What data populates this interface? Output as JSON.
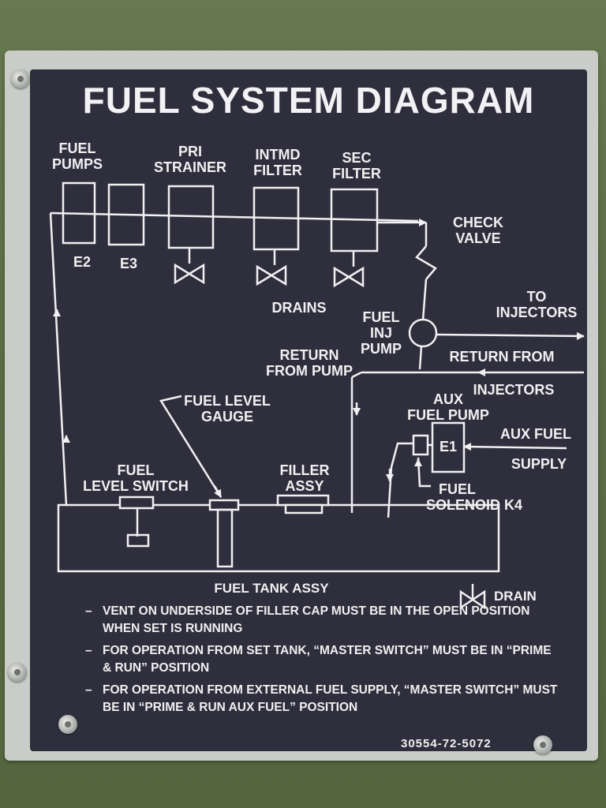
{
  "title": "FUEL SYSTEM DIAGRAM",
  "labels": {
    "fuel_pumps": [
      "FUEL",
      "PUMPS"
    ],
    "pri_strainer": [
      "PRI",
      "STRAINER"
    ],
    "intmd_filter": [
      "INTMD",
      "FILTER"
    ],
    "sec_filter": [
      "SEC",
      "FILTER"
    ],
    "check_valve": [
      "CHECK",
      "VALVE"
    ],
    "e2": "E2",
    "e3": "E3",
    "drains": "DRAINS",
    "fuel_inj_pump": [
      "FUEL",
      "INJ",
      "PUMP"
    ],
    "to_injectors": [
      "TO",
      "INJECTORS"
    ],
    "return_from_pump": [
      "RETURN",
      "FROM PUMP"
    ],
    "return_from_injectors": [
      "RETURN FROM",
      "INJECTORS"
    ],
    "fuel_level_gauge": [
      "FUEL LEVEL",
      "GAUGE"
    ],
    "aux_fuel_pump": [
      "AUX",
      "FUEL PUMP"
    ],
    "e1": "E1",
    "aux_fuel_supply": [
      "AUX FUEL",
      "SUPPLY"
    ],
    "fuel_level_switch": [
      "FUEL",
      "LEVEL SWITCH"
    ],
    "filler_assy": [
      "FILLER",
      "ASSY"
    ],
    "fuel_solenoid": [
      "FUEL",
      "SOLENOID K4"
    ],
    "fuel_tank_assy": "FUEL TANK ASSY",
    "drain": "DRAIN"
  },
  "notes": [
    "VENT ON UNDERSIDE OF FILLER CAP MUST BE IN THE OPEN POSITION WHEN SET IS RUNNING",
    "FOR OPERATION FROM SET TANK, “MASTER SWITCH” MUST BE IN “PRIME & RUN” POSITION",
    "FOR OPERATION FROM EXTERNAL FUEL SUPPLY, “MASTER SWITCH” MUST BE IN “PRIME & RUN AUX FUEL” POSITION"
  ],
  "note_dash": "–",
  "part_number": "30554-72-5072",
  "colors": {
    "panel": "#2f2e3c",
    "ink": "#f0f0f2",
    "plate": "#c9ccc8",
    "background": "#5f7048"
  }
}
